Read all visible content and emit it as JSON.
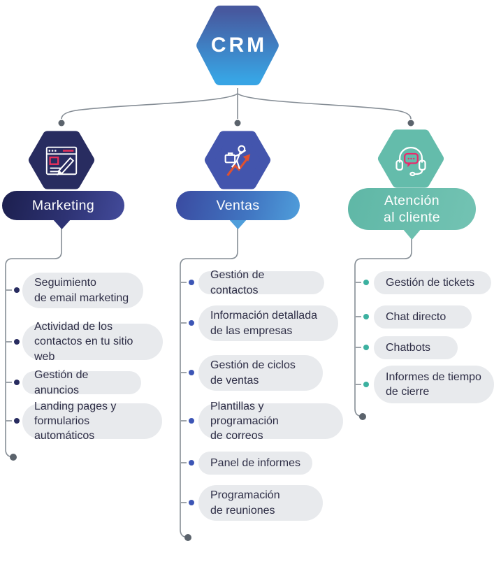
{
  "root": {
    "label": "CRM"
  },
  "colors": {
    "crm_gradient_top": "#47599f",
    "crm_gradient_bottom": "#38a4e4",
    "marketing_hex": "#282c60",
    "ventas_hex": "#4355ad",
    "atencion_hex": "#64bcab",
    "item_pill_bg": "#e8eaed",
    "item_text": "#2e2e46",
    "connector_gray": "#858d95",
    "accent_red": "#e8315b",
    "accent_orange_arrow": "#e0512f",
    "accent_pink_bubble": "#ea2a6c"
  },
  "branches": [
    {
      "label": "Marketing",
      "icon": "web-marketing-icon",
      "dot_color": "#282c60",
      "items": [
        "Seguimiento\nde email marketing",
        "Actividad de los\ncontactos en tu sitio web",
        "Gestión de anuncios",
        "Landing pages y\nformularios automáticos"
      ]
    },
    {
      "label": "Ventas",
      "icon": "sales-growth-icon",
      "dot_color": "#3c55b5",
      "items": [
        "Gestión de contactos",
        "Información detallada\nde las empresas",
        "Gestión de ciclos\nde ventas",
        "Plantillas y programación\nde correos",
        "Panel de informes",
        "Programación\nde reuniones"
      ]
    },
    {
      "label": "Atención\nal cliente",
      "icon": "headset-chat-icon",
      "dot_color": "#3cb1a0",
      "items": [
        "Gestión de tickets",
        "Chat directo",
        "Chatbots",
        "Informes de tiempo\nde cierre"
      ]
    }
  ]
}
